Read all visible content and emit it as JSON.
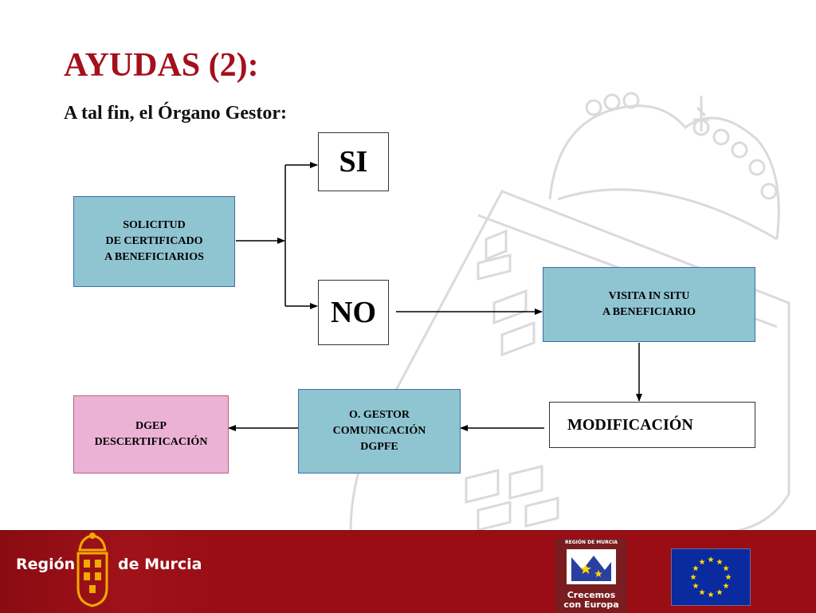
{
  "slide": {
    "title": "AYUDAS (2):",
    "subtitle": "A tal fin, el Órgano Gestor:"
  },
  "diagram": {
    "nodes": {
      "solicitud": {
        "lines": [
          "SOLICITUD",
          "DE CERTIFICADO",
          "A BENEFICIARIOS"
        ]
      },
      "si": {
        "label": "SI"
      },
      "no": {
        "label": "NO"
      },
      "visita": {
        "lines": [
          "VISITA IN SITU",
          "A BENEFICIARIO"
        ]
      },
      "modificacion": {
        "label": "MODIFICACIÓN"
      },
      "gestor": {
        "lines": [
          "O. GESTOR",
          "COMUNICACIÓN",
          "DGPFE"
        ]
      },
      "dgep": {
        "lines": [
          "DGEP",
          "DESCERTIFICACIÓN"
        ]
      }
    },
    "colors": {
      "process_box": "#8fc4d1",
      "end_box": "#ecb2d6",
      "title": "#a4101b"
    }
  },
  "footer": {
    "brand_left": "Región",
    "brand_right": "de Murcia",
    "logo_top_text": "REGIÓN DE MURCIA",
    "logo_bottom_lines": [
      "Crecemos",
      "con Europa"
    ],
    "colors": {
      "band": "#9a0d14",
      "flag": "#0a2aa0",
      "stars": "#ffd700"
    }
  }
}
